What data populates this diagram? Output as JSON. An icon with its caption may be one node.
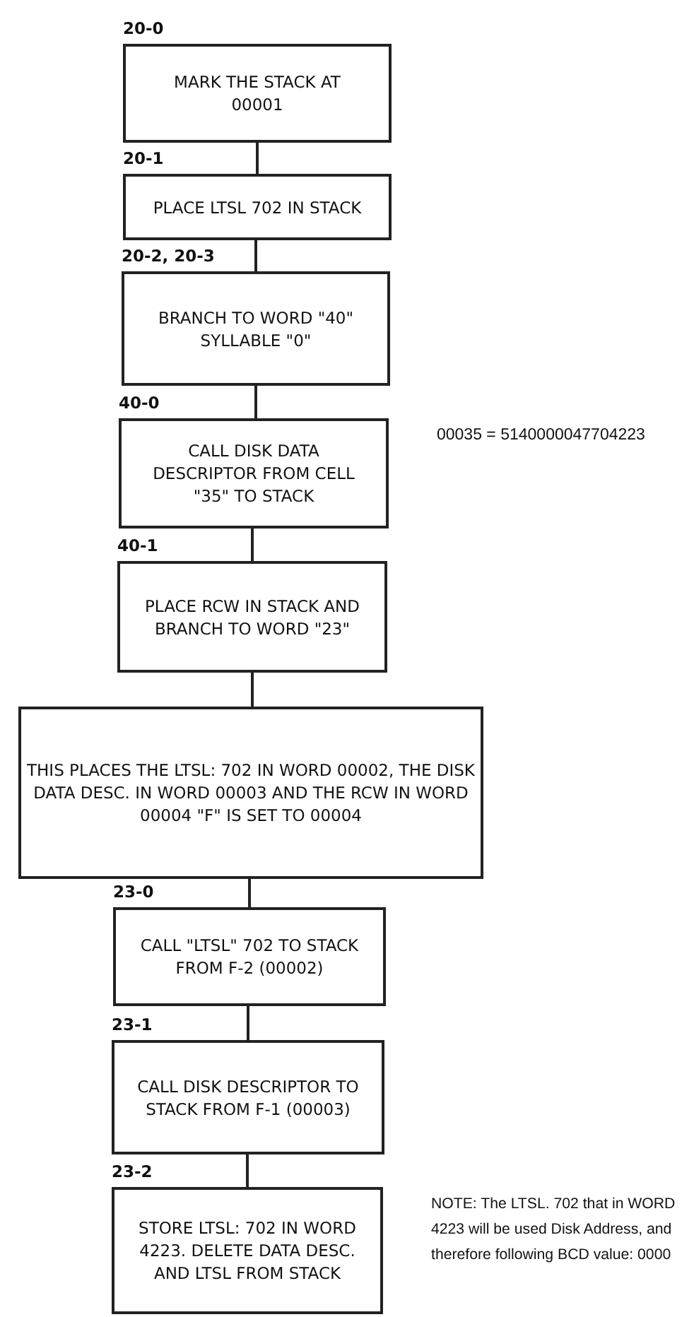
{
  "diagram": {
    "nodes": [
      {
        "text": [
          "MARK THE STACK AT 00001"
        ],
        "beside": [
          "20-0"
        ]
      },
      {
        "text": [
          "PLACE LTSL 702 IN STACK"
        ],
        "beside": [
          "20-1"
        ]
      },
      {
        "text": [
          "BRANCH TO WORD \"40\" SYLLABLE \"0\""
        ],
        "beside": [
          "20-2, 20-3"
        ]
      },
      {
        "text": [
          "CALL DISK DATA DESCRIPTOR FROM CELL \"35\" TO STACK"
        ],
        "beside": [
          "40-0"
        ]
      },
      {
        "text": [
          "PLACE RCW IN STACK AND BRANCH TO WORD \"23\""
        ],
        "beside": [
          "40-1"
        ]
      },
      {
        "text": [
          "THIS PLACES THE LTSL: 702 IN WORD 00002, THE DISK DATA DESC. IN WORD 00003 AND THE RCW IN WORD 00004 \"F\" IS SET TO 00004"
        ]
      },
      {
        "text": [
          "CALL \"LTSL\" 702 TO STACK FROM F-2 (00002)"
        ],
        "beside": [
          "23-0"
        ]
      },
      {
        "text": [
          "CALL DISK DESCRIPTOR TO STACK FROM F-1 (00003)"
        ],
        "beside": [
          "23-1"
        ]
      },
      {
        "text": [
          "STORE LTSL: 702 IN WORD 4223. DELETE DATA DESC. AND LTSL FROM STACK"
        ],
        "beside": [
          "23-2"
        ]
      }
    ],
    "edges": [
      {
        "from": 0,
        "to": 1,
        "arrow": "none"
      },
      {
        "from": 1,
        "to": 2,
        "arrow": "none"
      },
      {
        "from": 2,
        "to": 3,
        "arrow": "none"
      },
      {
        "from": 3,
        "to": 4,
        "arrow": "none"
      },
      {
        "from": 4,
        "to": 5,
        "arrow": "none"
      },
      {
        "from": 5,
        "to": 6,
        "arrow": "none"
      },
      {
        "from": 6,
        "to": 7,
        "arrow": "none"
      },
      {
        "from": 7,
        "to": 8,
        "arrow": "none"
      }
    ],
    "labels": [
      "00035 = 5140000047704223",
      "NOTE: The LTSL. 702 that in WORD 4223 will be used Disk Address, and therefore following BCD value: 0000"
    ]
  }
}
